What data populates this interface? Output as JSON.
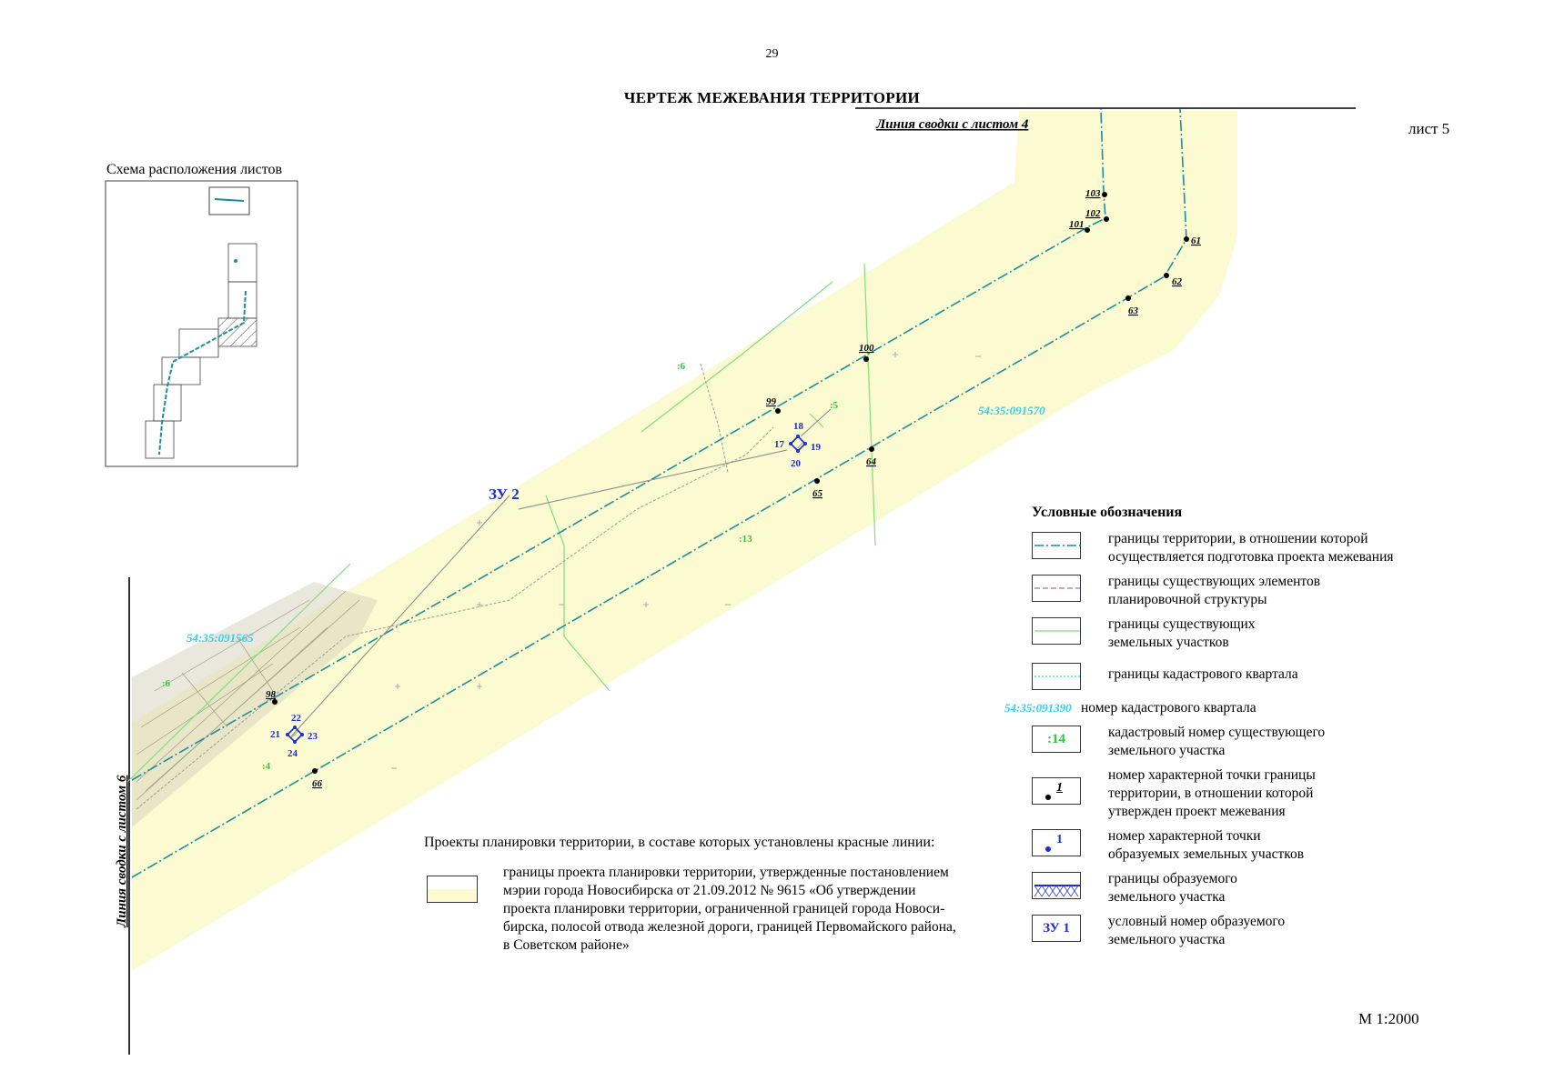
{
  "page": {
    "number": "29",
    "title": "ЧЕРТЕЖ МЕЖЕВАНИЯ ТЕРРИТОРИИ",
    "sheet": "лист 5",
    "scale": "М 1:2000"
  },
  "map": {
    "join_line_top": "Линия сводки с листом 4",
    "join_line_left": "Линия сводки с листом 6",
    "cadastral_quarters": [
      "54:35:091570",
      "54:35:091565"
    ],
    "parcel_codes": [
      ":6",
      ":5",
      ":13",
      ":6",
      ":4"
    ],
    "plot_label": "ЗУ 2",
    "boundary_points": [
      "103",
      "102",
      "101",
      "61",
      "62",
      "63",
      "100",
      "99",
      "64",
      "65",
      "98",
      "66"
    ],
    "plot_points": [
      "18",
      "17",
      "19",
      "20",
      "22",
      "21",
      "23",
      "24"
    ],
    "colors": {
      "territory_boundary": "#1b8fa0",
      "parcel_boundary": "#7ee07e",
      "cadastral_quarter": "#2fd0f0",
      "planning_area_fill": "#fbfad0",
      "plot_marker": "#1a2fd6"
    }
  },
  "schema": {
    "title": "Схема расположения листов"
  },
  "legend": {
    "title": "Условные обозначения",
    "items": [
      {
        "symbol": "teal-dash-dot-line",
        "text_lines": [
          "границы территории, в отношении которой",
          "осуществляется подготовка проекта межевания"
        ]
      },
      {
        "symbol": "purple-dashed-line",
        "text_lines": [
          "границы существующих элементов",
          "планировочной структуры"
        ]
      },
      {
        "symbol": "green-line",
        "text_lines": [
          "границы существующих",
          "земельных участков"
        ]
      },
      {
        "symbol": "cyan-dotted-line",
        "text_lines": [
          "границы кадастрового квартала"
        ]
      },
      {
        "symbol": "cadastral-number-sample",
        "code": "54:35:091390",
        "text_lines": [
          "номер кадастрового квартала"
        ]
      },
      {
        "symbol": "parcel-code-sample",
        "code": ":14",
        "text_lines": [
          "кадастровый номер существующего",
          "земельного участка"
        ]
      },
      {
        "symbol": "black-point-sample",
        "code": "1",
        "text_lines": [
          "номер характерной точки границы",
          "территории, в отношении которой",
          "утвержден проект межевания"
        ]
      },
      {
        "symbol": "blue-point-sample",
        "code": "1",
        "text_lines": [
          "номер характерной точки",
          "образуемых земельных участков"
        ]
      },
      {
        "symbol": "hatched-plot-sample",
        "text_lines": [
          "границы образуемого",
          "земельного участка"
        ]
      },
      {
        "symbol": "plot-number-sample",
        "code": "ЗУ 1",
        "text_lines": [
          "условный номер образуемого",
          "земельного участка"
        ]
      }
    ]
  },
  "projects": {
    "title": "Проекты планировки территории, в составе которых установлены красные линии:",
    "text_lines": [
      "границы проекта планировки территории, утвержденные постановлением",
      "мэрии города Новосибирска от 21.09.2012 № 9615 «Об утверждении",
      "проекта планировки территории, ограниченной границей города Новоси-",
      "бирска, полосой отвода железной дороги, границей Первомайского района,",
      "в Советском районе»"
    ]
  }
}
